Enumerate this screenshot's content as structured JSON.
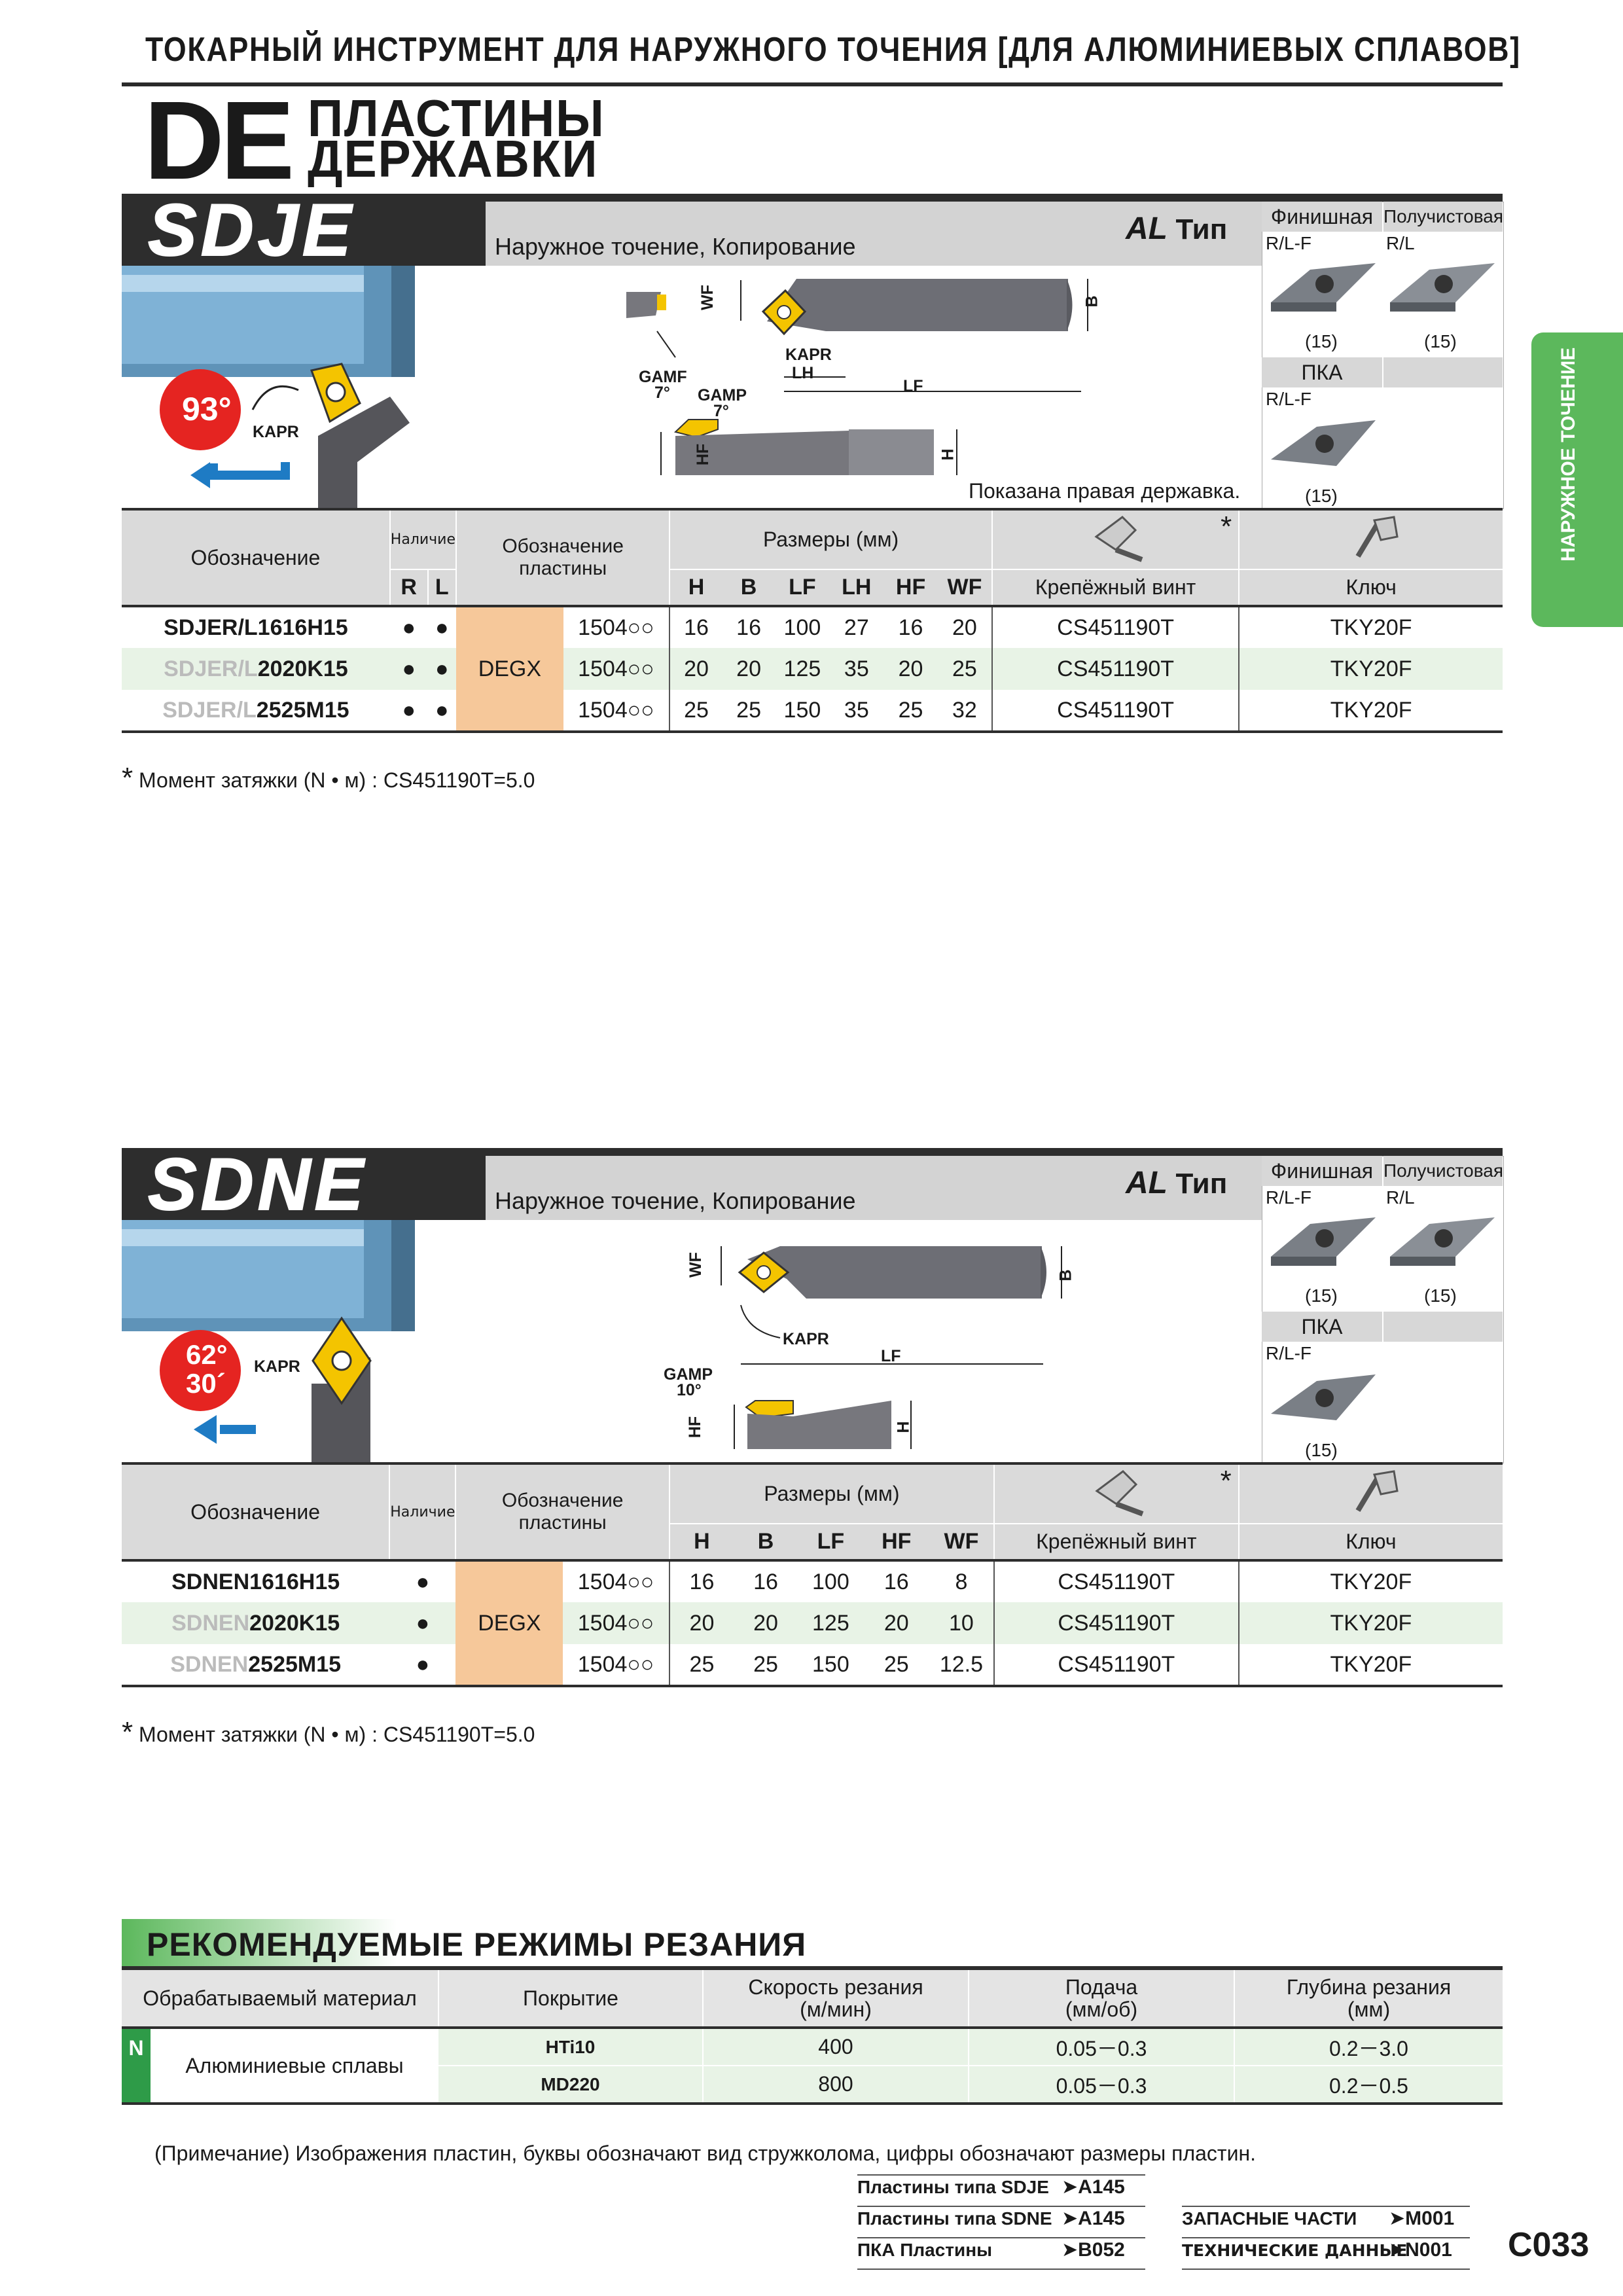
{
  "header": {
    "title": "ТОКАРНЫЙ ИНСТРУМЕНТ ДЛЯ НАРУЖНОГО ТОЧЕНИЯ [ДЛЯ АЛЮМИНИЕВЫХ СПЛАВОВ]",
    "big": "DE",
    "line1": "ПЛАСТИНЫ",
    "line2": "ДЕРЖАВКИ"
  },
  "side_tab": "НАРУЖНОЕ ТОЧЕНИЕ",
  "sdje": {
    "name": "SDJE",
    "desc": "Наружное точение, Копирование",
    "al": "AL",
    "type": "Тип",
    "angle": "93°",
    "kapr": "KAPR",
    "finish": "Финишная",
    "semi": "Получистовая",
    "rl_f": "R/L-F",
    "rl": "R/L",
    "n15": "(15)",
    "pka": "ПКА",
    "diag": {
      "wf": "WF",
      "b": "B",
      "kapr": "KAPR",
      "lh": "LH",
      "lf": "LF",
      "gamf": "GAMF",
      "gamf_v": "7°",
      "gamp": "GAMP",
      "gamp_v": "7°",
      "hf": "HF",
      "h": "H"
    },
    "shown": "Показана правая державка.",
    "table": {
      "h_designation": "Обозначение",
      "h_avail": "Наличие",
      "h_insert": "Обозначение пластины",
      "h_dims": "Размеры (мм)",
      "h_r": "R",
      "h_l": "L",
      "cols": [
        "H",
        "B",
        "LF",
        "LH",
        "HF",
        "WF"
      ],
      "h_screw": "Крепёжный винт",
      "h_key": "Ключ",
      "star": "*",
      "insert": "DEGX",
      "rows": [
        {
          "ghost": "",
          "bold": "SDJER/L1616H15",
          "r": "●",
          "l": "●",
          "code": "1504○○",
          "vals": [
            "16",
            "16",
            "100",
            "27",
            "16",
            "20"
          ],
          "screw": "CS451190T",
          "key": "TKY20F"
        },
        {
          "ghost": "SDJER/L",
          "bold": "2020K15",
          "r": "●",
          "l": "●",
          "code": "1504○○",
          "vals": [
            "20",
            "20",
            "125",
            "35",
            "20",
            "25"
          ],
          "screw": "CS451190T",
          "key": "TKY20F"
        },
        {
          "ghost": "SDJER/L",
          "bold": "2525M15",
          "r": "●",
          "l": "●",
          "code": "1504○○",
          "vals": [
            "25",
            "25",
            "150",
            "35",
            "25",
            "32"
          ],
          "screw": "CS451190T",
          "key": "TKY20F"
        }
      ]
    },
    "note": "Момент затяжки (N • м) : CS451190T=5.0"
  },
  "sdne": {
    "name": "SDNE",
    "desc": "Наружное точение, Копирование",
    "al": "AL",
    "type": "Тип",
    "angle1": "62°",
    "angle2": "30´",
    "kapr": "KAPR",
    "finish": "Финишная",
    "semi": "Получистовая",
    "rl_f": "R/L-F",
    "rl": "R/L",
    "n15": "(15)",
    "pka": "ПКА",
    "diag": {
      "wf": "WF",
      "b": "B",
      "kapr": "KAPR",
      "lf": "LF",
      "gamp": "GAMP",
      "gamp_v": "10°",
      "hf": "HF",
      "h": "H"
    },
    "table": {
      "h_designation": "Обозначение",
      "h_avail": "Наличие",
      "h_insert": "Обозначение пластины",
      "h_dims": "Размеры (мм)",
      "cols": [
        "H",
        "B",
        "LF",
        "HF",
        "WF"
      ],
      "h_screw": "Крепёжный винт",
      "h_key": "Ключ",
      "star": "*",
      "insert": "DEGX",
      "rows": [
        {
          "ghost": "",
          "bold": "SDNEN1616H15",
          "a": "●",
          "code": "1504○○",
          "vals": [
            "16",
            "16",
            "100",
            "16",
            "8"
          ],
          "screw": "CS451190T",
          "key": "TKY20F"
        },
        {
          "ghost": "SDNEN",
          "bold": "2020K15",
          "a": "●",
          "code": "1504○○",
          "vals": [
            "20",
            "20",
            "125",
            "20",
            "10"
          ],
          "screw": "CS451190T",
          "key": "TKY20F"
        },
        {
          "ghost": "SDNEN",
          "bold": "2525M15",
          "a": "●",
          "code": "1504○○",
          "vals": [
            "25",
            "25",
            "150",
            "25",
            "12.5"
          ],
          "screw": "CS451190T",
          "key": "TKY20F"
        }
      ]
    },
    "note": "Момент затяжки (N • м) : CS451190T=5.0"
  },
  "cutting": {
    "title": "РЕКОМЕНДУЕМЫЕ РЕЖИМЫ РЕЗАНИЯ",
    "h_material": "Обрабатываемый материал",
    "h_coating": "Покрытие",
    "h_speed1": "Скорость резания",
    "h_speed2": "(м/мин)",
    "h_feed1": "Подача",
    "h_feed2": "(мм/об)",
    "h_depth1": "Глубина резания",
    "h_depth2": "(мм)",
    "n": "N",
    "material": "Алюминиевые сплавы",
    "rows": [
      {
        "coating": "HTi10",
        "speed": "400",
        "feed": "0.05－0.3",
        "depth": "0.2－3.0"
      },
      {
        "coating": "MD220",
        "speed": "800",
        "feed": "0.05－0.3",
        "depth": "0.2－0.5"
      }
    ]
  },
  "footnote": "(Примечание) Изображения пластин, буквы обозначают вид стружколома, цифры обозначают размеры пластин.",
  "refs": [
    {
      "label": "Пластины типа SDJE",
      "page": "A145"
    },
    {
      "label": "Пластины типа SDNE",
      "page": "A145"
    },
    {
      "label": "ПКА Пластины",
      "page": "B052"
    },
    {
      "label": "ЗАПАСНЫЕ ЧАСТИ",
      "page": "M001"
    },
    {
      "label": "ТЕХНИЧЕСКИЕ ДАННЫЕ",
      "page": "N001"
    }
  ],
  "page_no": "C033",
  "colors": {
    "accent_green": "#5cb85c",
    "dark": "#2d2d2d",
    "orange": "#f6c89a",
    "red": "#e52421",
    "blue": "#1e7bc4",
    "yellow": "#f4c400"
  }
}
